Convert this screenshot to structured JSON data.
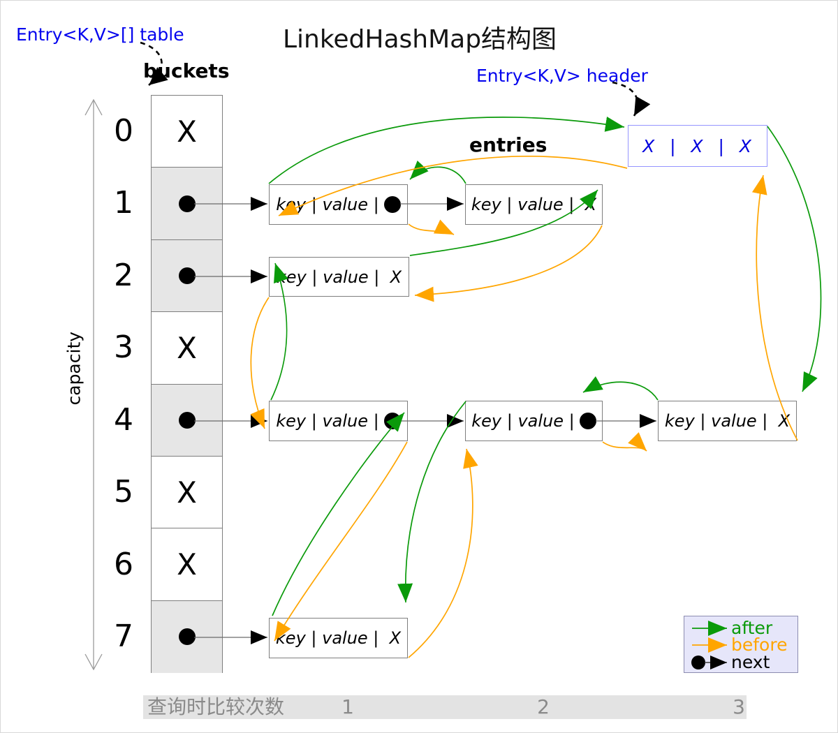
{
  "title": "LinkedHashMap结构图",
  "labels": {
    "table_pointer": "Entry<K,V>[] table",
    "header_pointer": "Entry<K,V> header",
    "buckets": "buckets",
    "entries": "entries",
    "capacity": "capacity"
  },
  "buckets": {
    "cells": [
      {
        "index": "0",
        "value": "X",
        "type": "empty"
      },
      {
        "index": "1",
        "type": "pointer"
      },
      {
        "index": "2",
        "type": "pointer"
      },
      {
        "index": "3",
        "value": "X",
        "type": "empty"
      },
      {
        "index": "4",
        "type": "pointer"
      },
      {
        "index": "5",
        "value": "X",
        "type": "empty"
      },
      {
        "index": "6",
        "value": "X",
        "type": "empty"
      },
      {
        "index": "7",
        "type": "pointer"
      }
    ]
  },
  "header_node": {
    "label": "X  |  X  |  X"
  },
  "entry_nodes": {
    "row1_node1": {
      "label": "key | value |",
      "tail": "pointer"
    },
    "row1_node2": {
      "label": "key | value |  X",
      "tail": "null"
    },
    "row2_node1": {
      "label": "key | value |  X",
      "tail": "null"
    },
    "row4_node1": {
      "label": "key | value |",
      "tail": "pointer"
    },
    "row4_node2": {
      "label": "key | value |",
      "tail": "pointer"
    },
    "row4_node3": {
      "label": "key | value |  X",
      "tail": "null"
    },
    "row7_node1": {
      "label": "key | value |  X",
      "tail": "null"
    }
  },
  "legend": {
    "after": "after",
    "before": "before",
    "next": "next"
  },
  "footer": {
    "label": "查询时比较次数",
    "counts": [
      "1",
      "2",
      "3"
    ]
  },
  "colors": {
    "after_green": "#0a9a0a",
    "before_orange": "#ffa500",
    "link_blue": "#0404ee",
    "header_node_blue": "#0000dd",
    "header_border": "#9595ff",
    "bucket_fill": "#e6e6e6",
    "legend_fill": "#e6e6fa",
    "footer_fill": "#e3e3e3"
  }
}
